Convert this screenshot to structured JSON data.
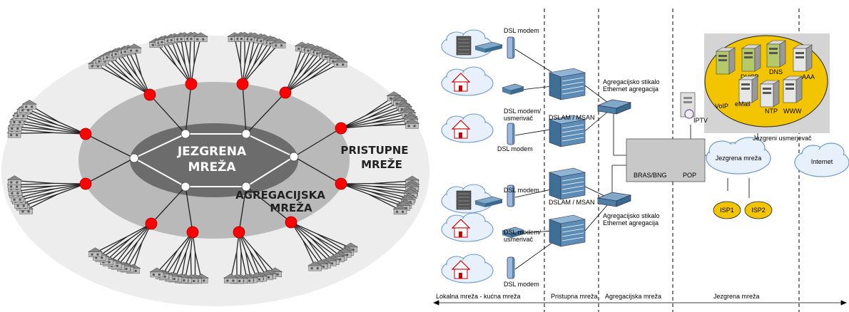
{
  "left": {
    "core": [
      "JEZGRENA",
      "MREŽA"
    ],
    "aggregation": [
      "AGREGACIJSKA",
      "MREŽA"
    ],
    "access": [
      "PRISTUPNE",
      "MREŽE"
    ],
    "colors": {
      "outer": "#ececec",
      "mid": "#b8b8b8",
      "core": "#6e6e6e",
      "node": "#ff0000"
    }
  },
  "right": {
    "dsl_modem": "DSL modem",
    "dsl_router": [
      "DSL modem/",
      "usmerivač"
    ],
    "dslam": "DSLAM / MSAN",
    "agg_switch": [
      "Agregacijsko stikalo",
      "Ethernet agregacija"
    ],
    "bras": "BRAS/BNG",
    "pop": "POP",
    "iptv": "IPTV",
    "core_router": "Jezgreni usmerjevač",
    "core_net": "Jezgrena mreža",
    "internet": "Internet",
    "isp1": "ISP1",
    "isp2": "ISP2",
    "servers": [
      "VoIP",
      "DHCP",
      "DNS",
      "AAA",
      "eMail",
      "NTP",
      "WWW"
    ],
    "sections": [
      "Lokalna mreža - kućna mreža",
      "Pristupna mreža",
      "Agregacijska mreža",
      "Jezgrena mreža"
    ],
    "colors": {
      "yellow": "#f2c500",
      "server_green": "#b6c96a"
    }
  }
}
